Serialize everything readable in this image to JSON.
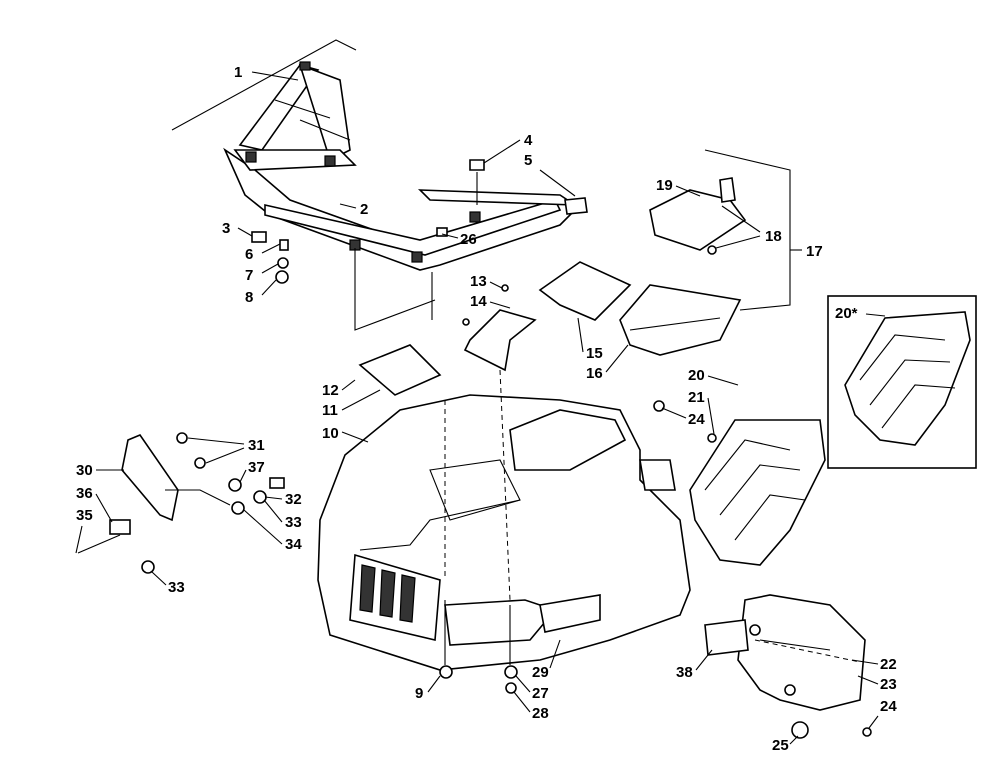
{
  "labels": [
    "1",
    "2",
    "3",
    "4",
    "5",
    "6",
    "7",
    "8",
    "9",
    "10",
    "11",
    "12",
    "13",
    "14",
    "15",
    "16",
    "17",
    "18",
    "19",
    "20",
    "20*",
    "21",
    "22",
    "23",
    "24",
    "25",
    "26",
    "27",
    "28",
    "29",
    "30",
    "31",
    "32",
    "33",
    "34",
    "35",
    "36",
    "37",
    "38"
  ],
  "callouts": [
    {
      "id": "c1",
      "text": "1"
    },
    {
      "id": "c2",
      "text": "2"
    },
    {
      "id": "c3",
      "text": "3"
    },
    {
      "id": "c4",
      "text": "4"
    },
    {
      "id": "c5",
      "text": "5"
    },
    {
      "id": "c6",
      "text": "6"
    },
    {
      "id": "c7",
      "text": "7"
    },
    {
      "id": "c8",
      "text": "8"
    },
    {
      "id": "c9",
      "text": "9"
    },
    {
      "id": "c10",
      "text": "10"
    },
    {
      "id": "c11",
      "text": "11"
    },
    {
      "id": "c12",
      "text": "12"
    },
    {
      "id": "c13",
      "text": "13"
    },
    {
      "id": "c14",
      "text": "14"
    },
    {
      "id": "c15",
      "text": "15"
    },
    {
      "id": "c16",
      "text": "16"
    },
    {
      "id": "c17",
      "text": "17"
    },
    {
      "id": "c18",
      "text": "18"
    },
    {
      "id": "c19",
      "text": "19"
    },
    {
      "id": "c20",
      "text": "20"
    },
    {
      "id": "c20s",
      "text": "20*"
    },
    {
      "id": "c21",
      "text": "21"
    },
    {
      "id": "c22",
      "text": "22"
    },
    {
      "id": "c23",
      "text": "23"
    },
    {
      "id": "c24a",
      "text": "24"
    },
    {
      "id": "c24b",
      "text": "24"
    },
    {
      "id": "c25",
      "text": "25"
    },
    {
      "id": "c26",
      "text": "26"
    },
    {
      "id": "c27",
      "text": "27"
    },
    {
      "id": "c28",
      "text": "28"
    },
    {
      "id": "c29",
      "text": "29"
    },
    {
      "id": "c30",
      "text": "30"
    },
    {
      "id": "c31",
      "text": "31"
    },
    {
      "id": "c32",
      "text": "32"
    },
    {
      "id": "c33a",
      "text": "33"
    },
    {
      "id": "c33b",
      "text": "33"
    },
    {
      "id": "c34",
      "text": "34"
    },
    {
      "id": "c35",
      "text": "35"
    },
    {
      "id": "c36",
      "text": "36"
    },
    {
      "id": "c37",
      "text": "37"
    },
    {
      "id": "c38",
      "text": "38"
    }
  ]
}
